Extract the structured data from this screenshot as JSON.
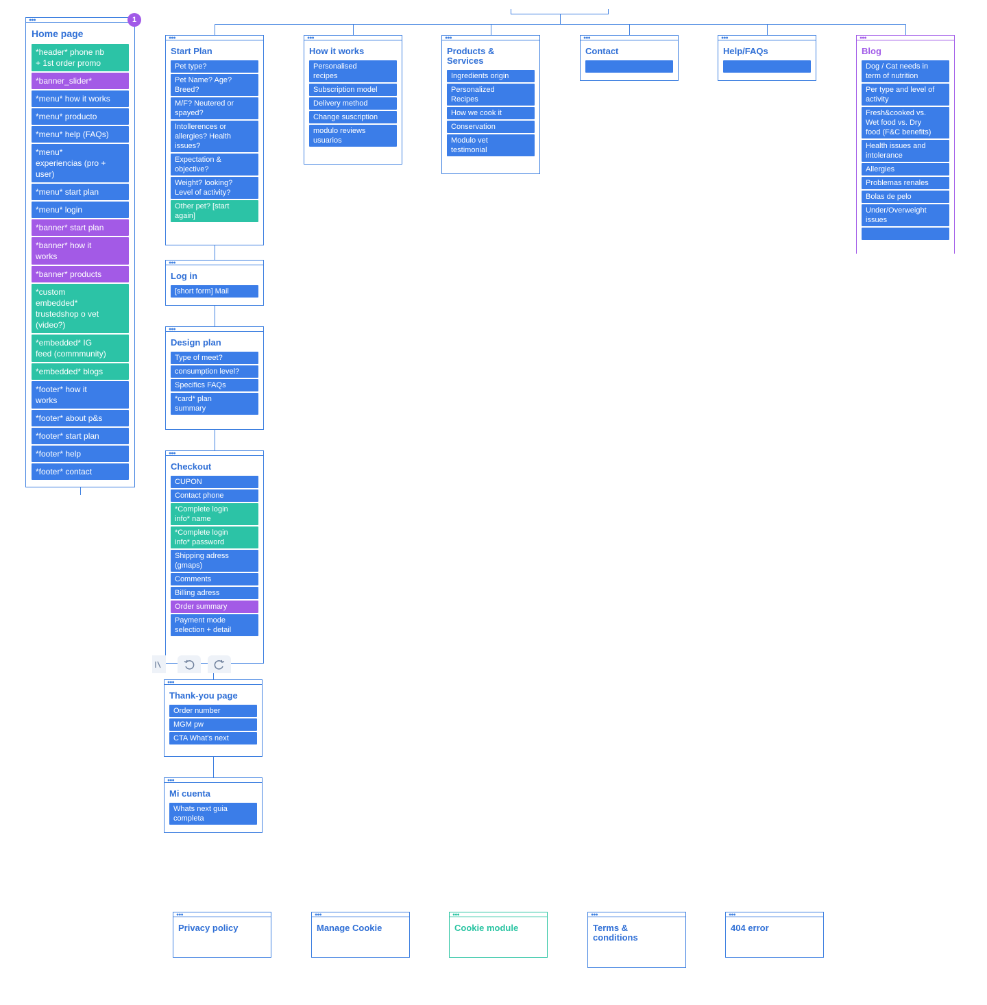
{
  "badge": "1",
  "home": {
    "title": "Home page",
    "items": [
      {
        "label": "*header* phone nb\n+ 1st order promo",
        "color": "teal"
      },
      {
        "label": "*banner_slider*",
        "color": "purple"
      },
      {
        "label": "*menu* how it works",
        "color": "blue"
      },
      {
        "label": "*menu* producto",
        "color": "blue"
      },
      {
        "label": "*menu* help (FAQs)",
        "color": "blue"
      },
      {
        "label": "*menu*\nexperiencias (pro +\nuser)",
        "color": "blue"
      },
      {
        "label": "*menu* start plan",
        "color": "blue"
      },
      {
        "label": "*menu* login",
        "color": "blue"
      },
      {
        "label": "*banner* start plan",
        "color": "purple"
      },
      {
        "label": "*banner* how it\nworks",
        "color": "purple"
      },
      {
        "label": "*banner* products",
        "color": "purple"
      },
      {
        "label": "*custom\nembedded*\ntrustedshop o vet\n(video?)",
        "color": "teal"
      },
      {
        "label": "*embedded* IG\nfeed (commmunity)",
        "color": "teal"
      },
      {
        "label": "*embedded* blogs",
        "color": "teal"
      },
      {
        "label": "*footer* how it\nworks",
        "color": "blue"
      },
      {
        "label": "*footer* about p&s",
        "color": "blue"
      },
      {
        "label": "*footer* start plan",
        "color": "blue"
      },
      {
        "label": "*footer* help",
        "color": "blue"
      },
      {
        "label": "*footer* contact",
        "color": "blue"
      }
    ]
  },
  "start_plan": {
    "title": "Start Plan",
    "items": [
      {
        "label": "Pet type?",
        "color": "blue"
      },
      {
        "label": "Pet Name? Age?\nBreed?",
        "color": "blue"
      },
      {
        "label": "M/F? Neutered or\nspayed?",
        "color": "blue"
      },
      {
        "label": "Intollerences or\nallergies? Health\nissues?",
        "color": "blue"
      },
      {
        "label": "Expectation &\nobjective?",
        "color": "blue"
      },
      {
        "label": "Weight? looking?\nLevel of activity?",
        "color": "blue"
      },
      {
        "label": "Other pet? [start\nagain]",
        "color": "teal"
      }
    ]
  },
  "how_it_works": {
    "title": "How it works",
    "items": [
      {
        "label": "Personalised\nrecipes",
        "color": "blue"
      },
      {
        "label": "Subscription model",
        "color": "blue"
      },
      {
        "label": "Delivery method",
        "color": "blue"
      },
      {
        "label": "Change suscription",
        "color": "blue"
      },
      {
        "label": "modulo reviews\nusuarios",
        "color": "blue"
      }
    ]
  },
  "products": {
    "title": "Products &\nServices",
    "items": [
      {
        "label": "Ingredients origin",
        "color": "blue"
      },
      {
        "label": "Personalized\nRecipes",
        "color": "blue"
      },
      {
        "label": "How we cook it",
        "color": "blue"
      },
      {
        "label": "Conservation",
        "color": "blue"
      },
      {
        "label": "Modulo vet\ntestimonial",
        "color": "blue"
      }
    ]
  },
  "contact": {
    "title": "Contact",
    "items": [
      {
        "label": "",
        "color": "blue"
      }
    ]
  },
  "help": {
    "title": "Help/FAQs",
    "items": [
      {
        "label": "",
        "color": "blue"
      }
    ]
  },
  "blog": {
    "title": "Blog",
    "items": [
      {
        "label": "Dog / Cat needs in\nterm of nutrition",
        "color": "blue"
      },
      {
        "label": "Per type and level of\nactivity",
        "color": "blue"
      },
      {
        "label": "Fresh&cooked vs.\nWet food vs. Dry\nfood (F&C benefits)",
        "color": "blue"
      },
      {
        "label": "Health issues and\nintolerance",
        "color": "blue"
      },
      {
        "label": "Allergies",
        "color": "blue"
      },
      {
        "label": "Problemas renales",
        "color": "blue"
      },
      {
        "label": "Bolas de pelo",
        "color": "blue"
      },
      {
        "label": "Under/Overweight\nissues",
        "color": "blue"
      },
      {
        "label": "",
        "color": "blue"
      }
    ]
  },
  "log_in": {
    "title": "Log in",
    "items": [
      {
        "label": "[short form] Mail",
        "color": "blue"
      }
    ]
  },
  "design_plan": {
    "title": "Design plan",
    "items": [
      {
        "label": "Type of meet?",
        "color": "blue"
      },
      {
        "label": "consumption level?",
        "color": "blue"
      },
      {
        "label": "Specifics FAQs",
        "color": "blue"
      },
      {
        "label": "*card* plan\nsummary",
        "color": "blue"
      }
    ]
  },
  "checkout": {
    "title": "Checkout",
    "items": [
      {
        "label": "CUPON",
        "color": "blue"
      },
      {
        "label": "Contact phone",
        "color": "blue"
      },
      {
        "label": "*Complete login\ninfo* name",
        "color": "teal"
      },
      {
        "label": "*Complete login\ninfo* password",
        "color": "teal"
      },
      {
        "label": "Shipping adress\n(gmaps)",
        "color": "blue"
      },
      {
        "label": "Comments",
        "color": "blue"
      },
      {
        "label": "Billing adress",
        "color": "blue"
      },
      {
        "label": "Order summary",
        "color": "purple"
      },
      {
        "label": "Payment mode\nselection + detail",
        "color": "blue"
      }
    ]
  },
  "thank_you": {
    "title": "Thank-you page",
    "items": [
      {
        "label": "Order number",
        "color": "blue"
      },
      {
        "label": "MGM pw",
        "color": "blue"
      },
      {
        "label": "CTA What's next",
        "color": "blue"
      }
    ]
  },
  "mi_cuenta": {
    "title": "Mi cuenta",
    "items": [
      {
        "label": "Whats next guia\ncompleta",
        "color": "blue"
      }
    ]
  },
  "footer_pages": {
    "privacy": "Privacy policy",
    "manage_cookie": "Manage Cookie",
    "cookie_module": "Cookie module",
    "terms": "Terms &\nconditions",
    "error_404": "404 error"
  },
  "colors": {
    "blue": "#3b7de8",
    "purple": "#a35ae6",
    "teal": "#2cc3a6",
    "line": "#3d7fe0"
  }
}
